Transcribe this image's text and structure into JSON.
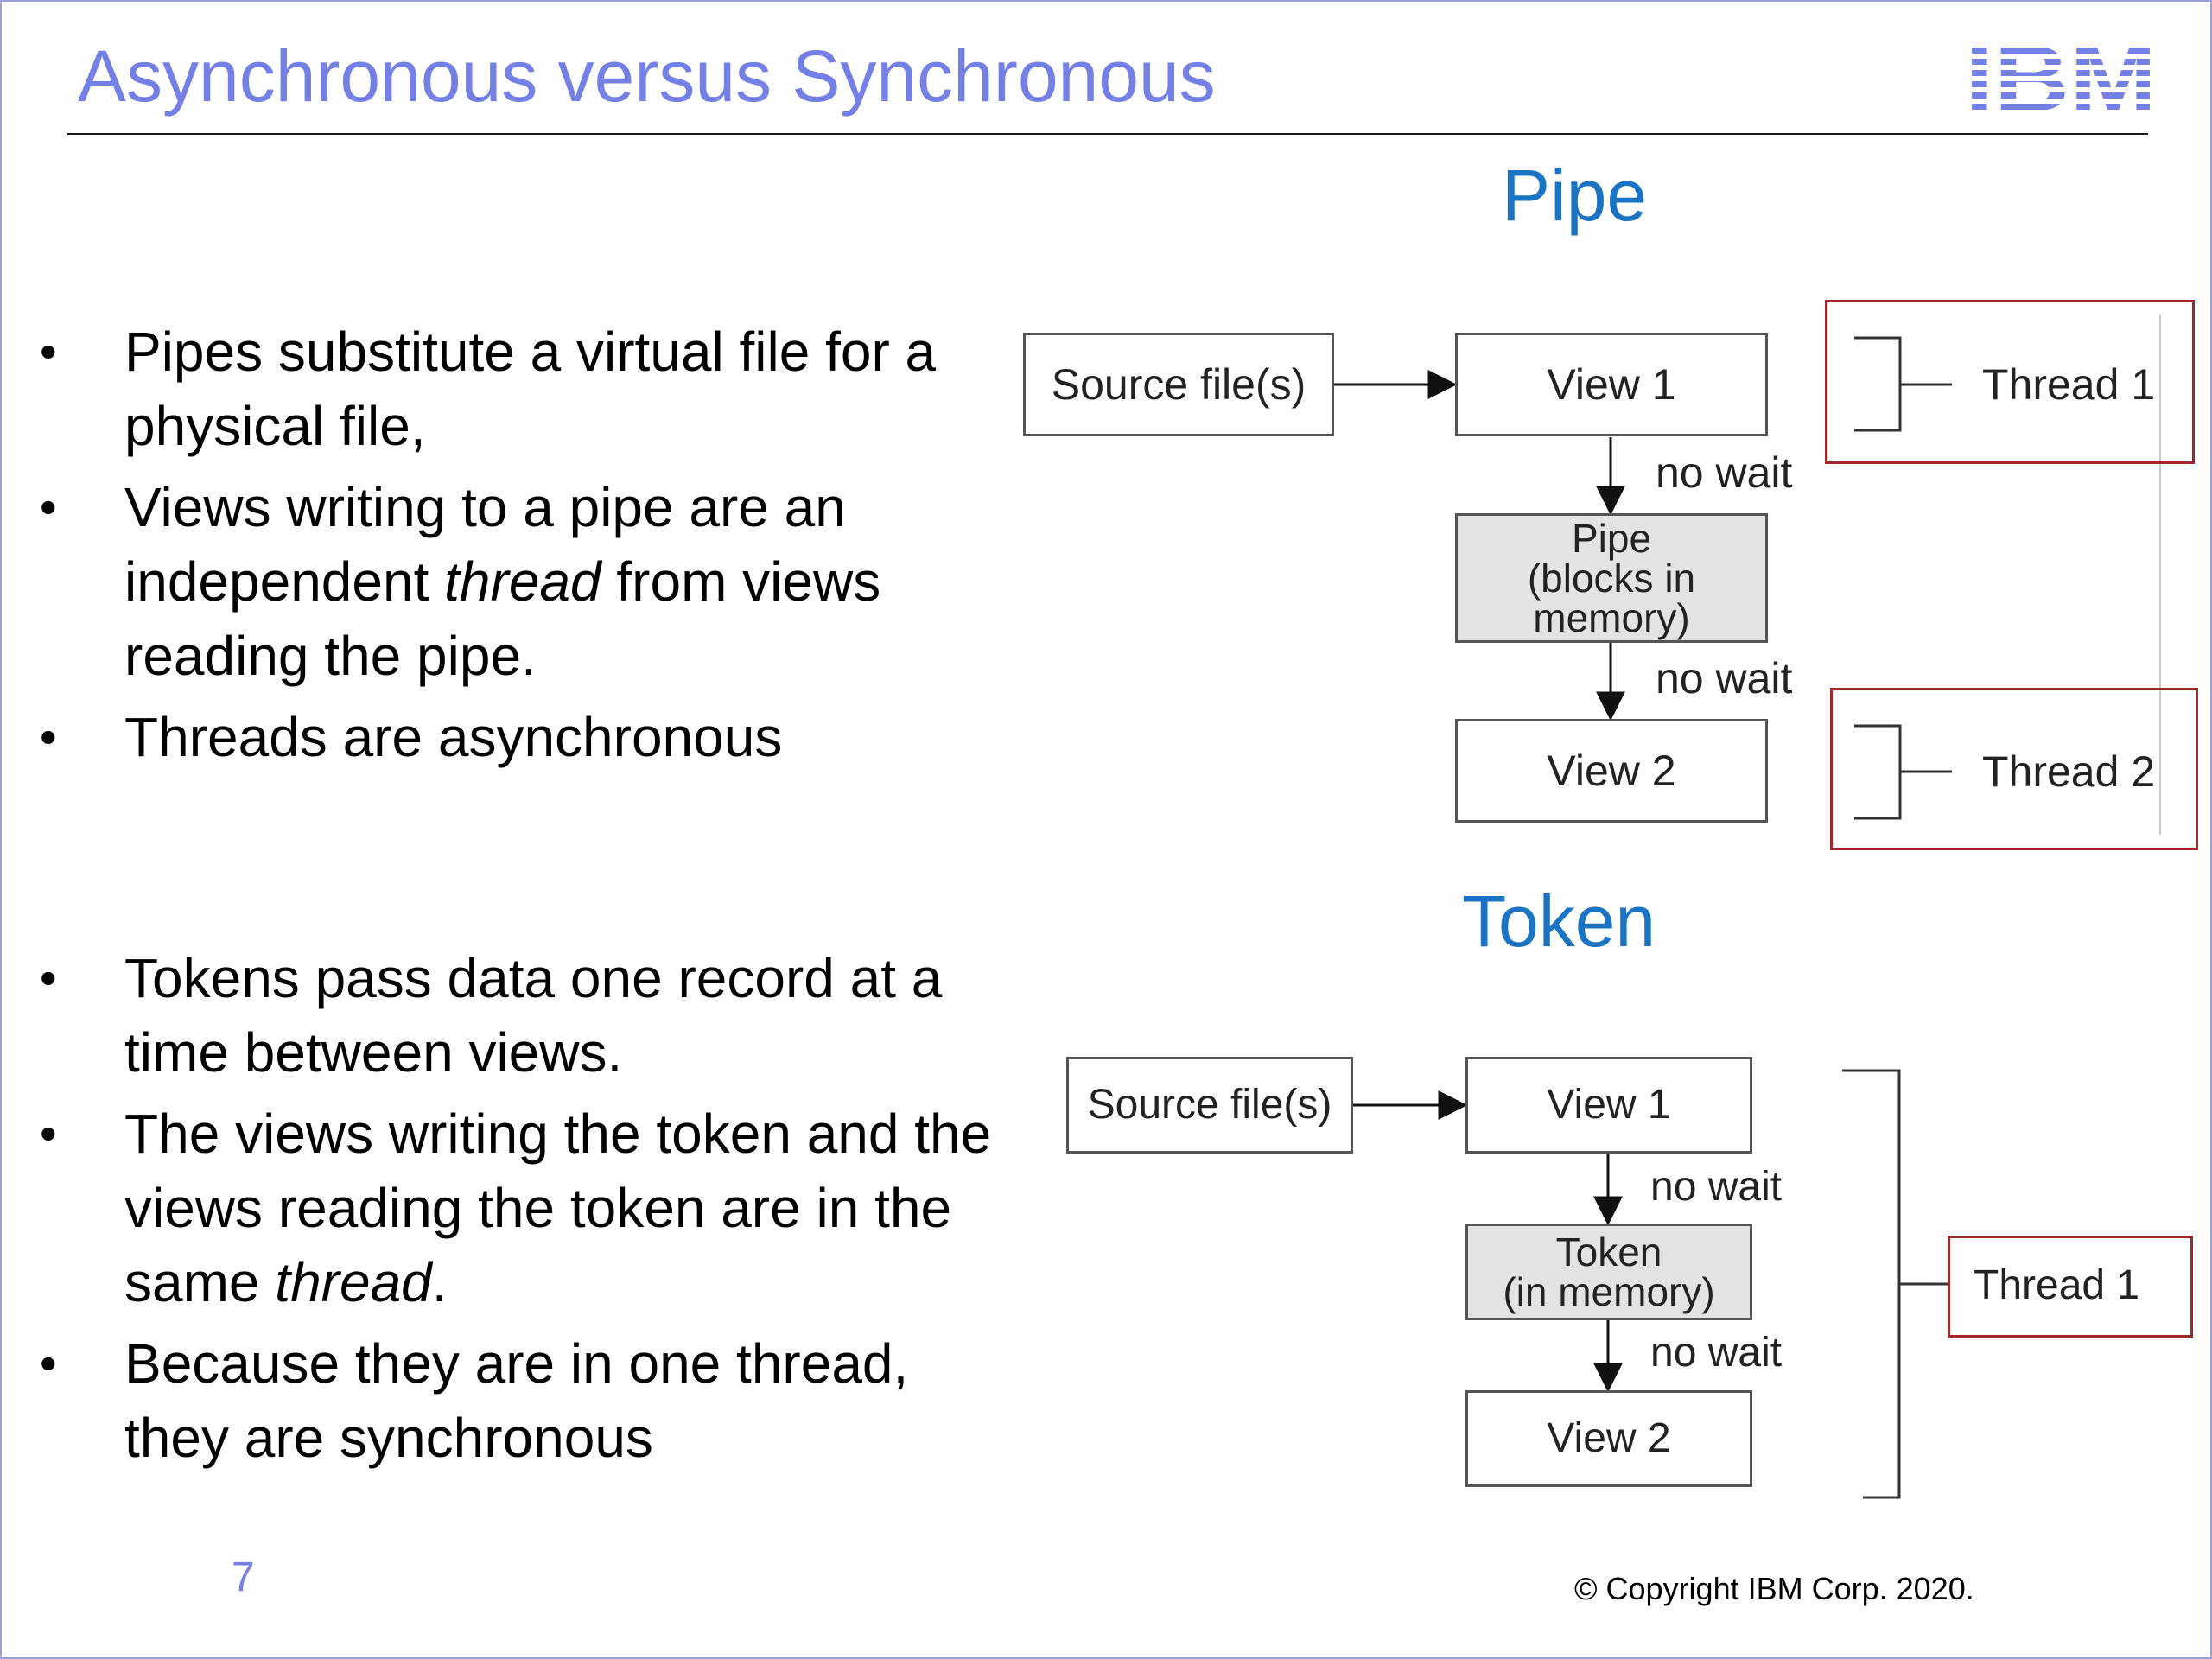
{
  "slide": {
    "title": "Asynchronous versus Synchronous",
    "logo_text": "IBM",
    "page_number": "7",
    "copyright": "© Copyright IBM Corp. 2020."
  },
  "pipe_section": {
    "heading": "Pipe",
    "bullets": [
      {
        "text": "Pipes substitute a virtual file for a physical file,"
      },
      {
        "before": "Views writing to a pipe are an independent ",
        "italic": "thread",
        "after": " from views reading the pipe."
      },
      {
        "text": "Threads are asynchronous"
      }
    ],
    "diagram": {
      "source_label": "Source file(s)",
      "view1_label": "View 1",
      "pipe_label": "Pipe\n(blocks in\nmemory)",
      "view2_label": "View 2",
      "wait_label_1": "no wait",
      "wait_label_2": "no wait",
      "thread_a_label": "Thread 1",
      "thread_b_label": "Thread 2"
    }
  },
  "token_section": {
    "heading": "Token",
    "bullets": [
      {
        "text": "Tokens pass data one record at a time between views."
      },
      {
        "before": "The views writing the token and the views reading the token are in the same ",
        "italic": "thread",
        "after": "."
      },
      {
        "text": "Because they are in one thread, they are synchronous"
      }
    ],
    "diagram": {
      "source_label": "Source file(s)",
      "view1_label": "View 1",
      "token_label": "Token\n(in memory)",
      "view2_label": "View 2",
      "wait_label_1": "no wait",
      "wait_label_2": "no wait",
      "thread_label": "Thread 1"
    }
  },
  "colors": {
    "title": "#7480e6",
    "section_heading": "#1b74c3",
    "thread_frame": "#a0282b",
    "box_border": "#555555",
    "shaded_box": "#e3e3e3"
  }
}
